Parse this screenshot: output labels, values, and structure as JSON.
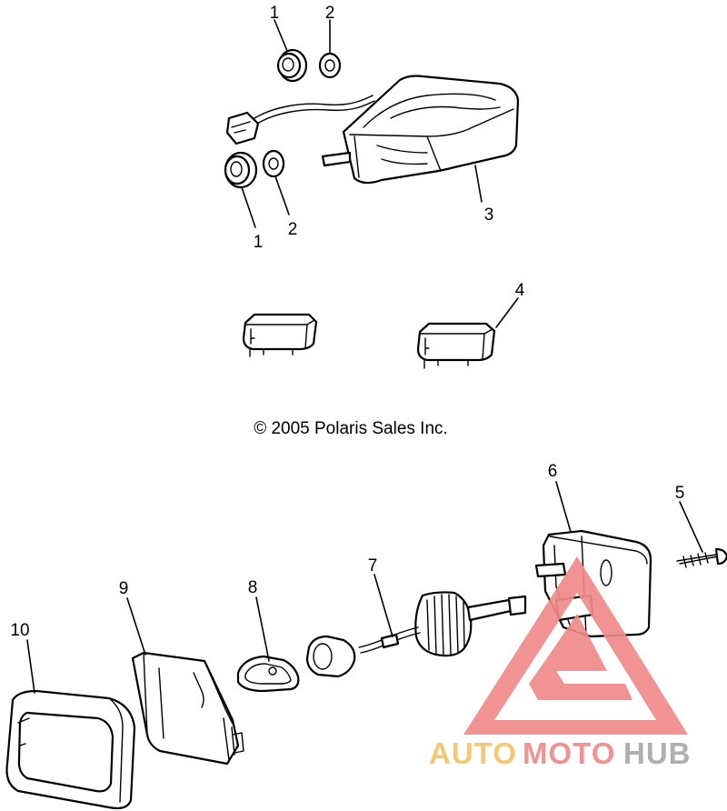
{
  "diagram": {
    "copyright": "© 2005 Polaris Sales Inc.",
    "callouts": [
      "1",
      "2",
      "3",
      "1",
      "2",
      "4",
      "5",
      "6",
      "7",
      "8",
      "9",
      "10"
    ]
  },
  "watermark": {
    "brand_part1": "AUTO",
    "brand_part2": "MOTO",
    "brand_part3": "HUB",
    "colors": {
      "triangle": "#f08a8a",
      "auto": "#f5c46a",
      "moto": "#f08a8a",
      "hub": "#a9a9a9"
    }
  }
}
